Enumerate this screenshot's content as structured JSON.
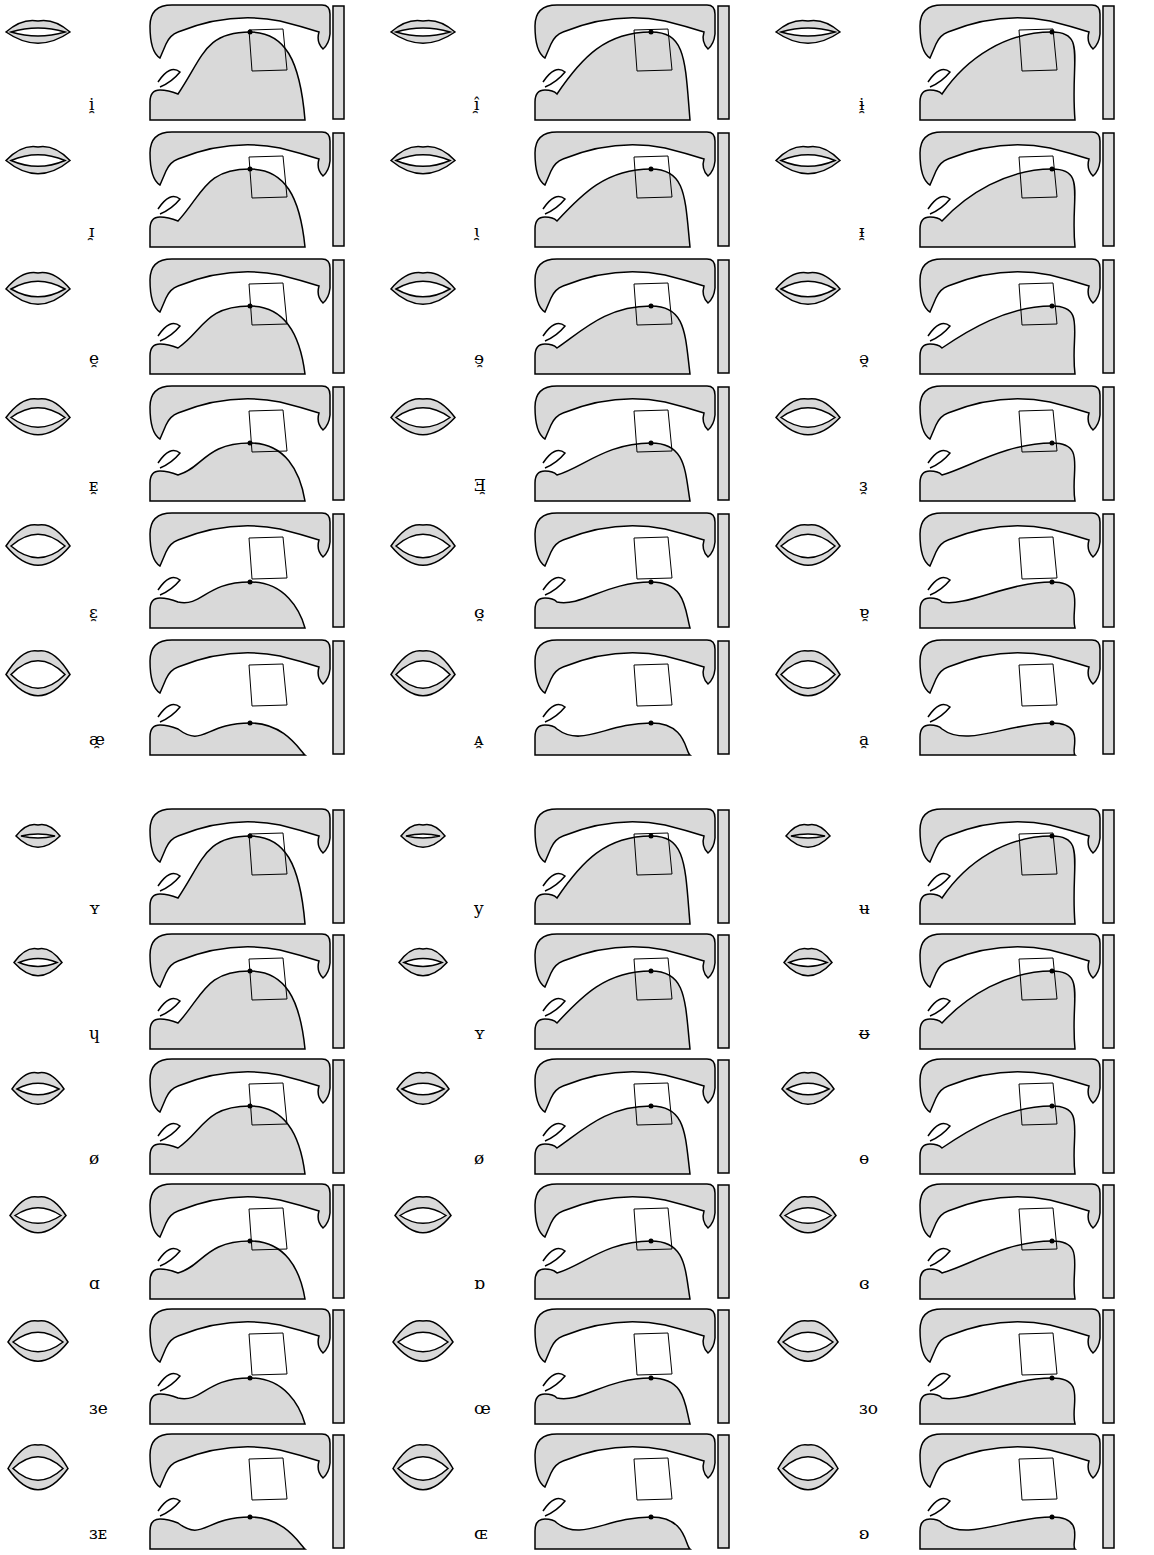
{
  "diagram": {
    "labels": [
      "i̯",
      "î̯",
      "ɨ̯",
      "ɪ̯",
      "ɩ̯",
      "ᵻ̯",
      "e̯",
      "ɘ̯",
      "ə̯",
      "ᴇ̯",
      "Ǝ̯",
      "ɜ̯",
      "ɛ̯",
      "ɞ̯",
      "ɐ̯",
      "æ̯",
      "ᴀ̯",
      "a̯",
      "ʏ",
      "y",
      "ʉ",
      "ɥ",
      "ʏ",
      "ᵿ",
      "ø",
      "ø",
      "ɵ",
      "ɑ",
      "ɒ",
      "ɞ",
      "ɜe",
      "œ",
      "ɜo",
      "ɜᴇ",
      "ɶ",
      "ʚ"
    ]
  }
}
